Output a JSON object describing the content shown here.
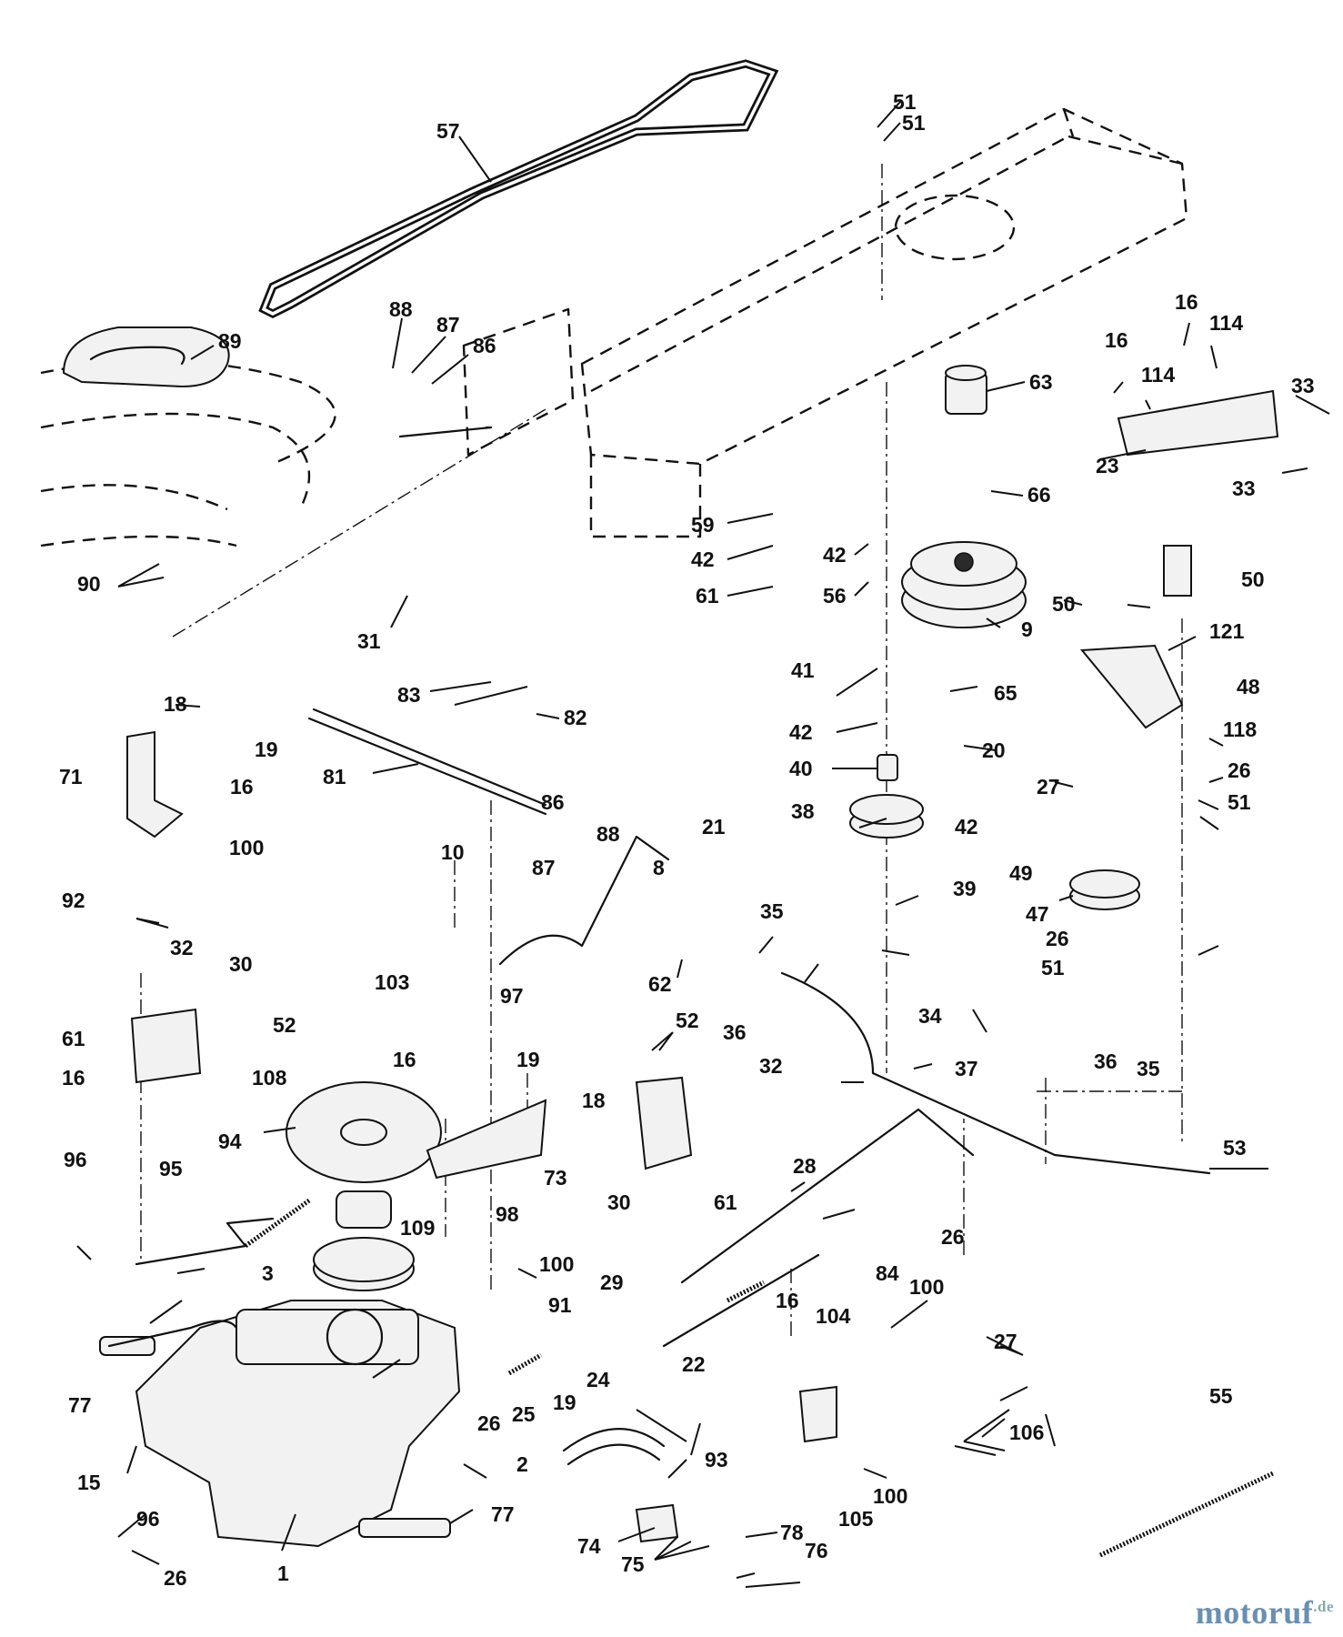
{
  "diagram": {
    "labels": [
      {
        "id": "l57",
        "text": "57"
      },
      {
        "id": "l51a",
        "text": "51"
      },
      {
        "id": "l51b",
        "text": "51"
      },
      {
        "id": "l89",
        "text": "89"
      },
      {
        "id": "l88a",
        "text": "88"
      },
      {
        "id": "l87a",
        "text": "87"
      },
      {
        "id": "l86a",
        "text": "86"
      },
      {
        "id": "l63",
        "text": "63"
      },
      {
        "id": "l16a",
        "text": "16"
      },
      {
        "id": "l114a",
        "text": "114"
      },
      {
        "id": "l16b",
        "text": "16"
      },
      {
        "id": "l114b",
        "text": "114"
      },
      {
        "id": "l33a",
        "text": "33"
      },
      {
        "id": "l23",
        "text": "23"
      },
      {
        "id": "l33b",
        "text": "33"
      },
      {
        "id": "l66",
        "text": "66"
      },
      {
        "id": "l59",
        "text": "59"
      },
      {
        "id": "l42a",
        "text": "42"
      },
      {
        "id": "l42b",
        "text": "42"
      },
      {
        "id": "l61a",
        "text": "61"
      },
      {
        "id": "l56",
        "text": "56"
      },
      {
        "id": "l9",
        "text": "9"
      },
      {
        "id": "l90",
        "text": "90"
      },
      {
        "id": "l31",
        "text": "31"
      },
      {
        "id": "l50a",
        "text": "50"
      },
      {
        "id": "l50b",
        "text": "50"
      },
      {
        "id": "l121",
        "text": "121"
      },
      {
        "id": "l41",
        "text": "41"
      },
      {
        "id": "l65",
        "text": "65"
      },
      {
        "id": "l48",
        "text": "48"
      },
      {
        "id": "l83",
        "text": "83"
      },
      {
        "id": "l82",
        "text": "82"
      },
      {
        "id": "l42c",
        "text": "42"
      },
      {
        "id": "l18a",
        "text": "18"
      },
      {
        "id": "l20",
        "text": "20"
      },
      {
        "id": "l118",
        "text": "118"
      },
      {
        "id": "l19a",
        "text": "19"
      },
      {
        "id": "l71",
        "text": "71"
      },
      {
        "id": "l81",
        "text": "81"
      },
      {
        "id": "l40",
        "text": "40"
      },
      {
        "id": "l27a",
        "text": "27"
      },
      {
        "id": "l26a",
        "text": "26"
      },
      {
        "id": "l16c",
        "text": "16"
      },
      {
        "id": "l86b",
        "text": "86"
      },
      {
        "id": "l38",
        "text": "38"
      },
      {
        "id": "l51c",
        "text": "51"
      },
      {
        "id": "l21",
        "text": "21"
      },
      {
        "id": "l42d",
        "text": "42"
      },
      {
        "id": "l100a",
        "text": "100"
      },
      {
        "id": "l88b",
        "text": "88"
      },
      {
        "id": "l87b",
        "text": "87"
      },
      {
        "id": "l8",
        "text": "8"
      },
      {
        "id": "l10",
        "text": "10"
      },
      {
        "id": "l49",
        "text": "49"
      },
      {
        "id": "l92",
        "text": "92"
      },
      {
        "id": "l39",
        "text": "39"
      },
      {
        "id": "l47",
        "text": "47"
      },
      {
        "id": "l35a",
        "text": "35"
      },
      {
        "id": "l26b",
        "text": "26"
      },
      {
        "id": "l32a",
        "text": "32"
      },
      {
        "id": "l51d",
        "text": "51"
      },
      {
        "id": "l30a",
        "text": "30"
      },
      {
        "id": "l62",
        "text": "62"
      },
      {
        "id": "l103",
        "text": "103"
      },
      {
        "id": "l97",
        "text": "97"
      },
      {
        "id": "l36a",
        "text": "36"
      },
      {
        "id": "l34",
        "text": "34"
      },
      {
        "id": "l52a",
        "text": "52"
      },
      {
        "id": "l61b",
        "text": "61"
      },
      {
        "id": "l52b",
        "text": "52"
      },
      {
        "id": "l16d",
        "text": "16"
      },
      {
        "id": "l19b",
        "text": "19"
      },
      {
        "id": "l32b",
        "text": "32"
      },
      {
        "id": "l37",
        "text": "37"
      },
      {
        "id": "l36b",
        "text": "36"
      },
      {
        "id": "l35b",
        "text": "35"
      },
      {
        "id": "l108",
        "text": "108"
      },
      {
        "id": "l16e",
        "text": "16"
      },
      {
        "id": "l18b",
        "text": "18"
      },
      {
        "id": "l94",
        "text": "94"
      },
      {
        "id": "l73",
        "text": "73"
      },
      {
        "id": "l53",
        "text": "53"
      },
      {
        "id": "l96a",
        "text": "96"
      },
      {
        "id": "l95",
        "text": "95"
      },
      {
        "id": "l28",
        "text": "28"
      },
      {
        "id": "l30b",
        "text": "30"
      },
      {
        "id": "l61c",
        "text": "61"
      },
      {
        "id": "l98",
        "text": "98"
      },
      {
        "id": "l109",
        "text": "109"
      },
      {
        "id": "l26c",
        "text": "26"
      },
      {
        "id": "l3",
        "text": "3"
      },
      {
        "id": "l100b",
        "text": "100"
      },
      {
        "id": "l29",
        "text": "29"
      },
      {
        "id": "l84",
        "text": "84"
      },
      {
        "id": "l100c",
        "text": "100"
      },
      {
        "id": "l16f",
        "text": "16"
      },
      {
        "id": "l91",
        "text": "91"
      },
      {
        "id": "l104",
        "text": "104"
      },
      {
        "id": "l27b",
        "text": "27"
      },
      {
        "id": "l24",
        "text": "24"
      },
      {
        "id": "l22",
        "text": "22"
      },
      {
        "id": "l19c",
        "text": "19"
      },
      {
        "id": "l77a",
        "text": "77"
      },
      {
        "id": "l26d",
        "text": "26"
      },
      {
        "id": "l25",
        "text": "25"
      },
      {
        "id": "l55",
        "text": "55"
      },
      {
        "id": "l106",
        "text": "106"
      },
      {
        "id": "l93",
        "text": "93"
      },
      {
        "id": "l15",
        "text": "15"
      },
      {
        "id": "l2",
        "text": "2"
      },
      {
        "id": "l100d",
        "text": "100"
      },
      {
        "id": "l105",
        "text": "105"
      },
      {
        "id": "l96b",
        "text": "96"
      },
      {
        "id": "l77b",
        "text": "77"
      },
      {
        "id": "l78",
        "text": "78"
      },
      {
        "id": "l74",
        "text": "74"
      },
      {
        "id": "l76",
        "text": "76"
      },
      {
        "id": "l75",
        "text": "75"
      },
      {
        "id": "l26e",
        "text": "26"
      },
      {
        "id": "l1",
        "text": "1"
      }
    ]
  },
  "watermark": {
    "name": "motoruf",
    "tld": ".de",
    "color": "#6b8fb0"
  }
}
